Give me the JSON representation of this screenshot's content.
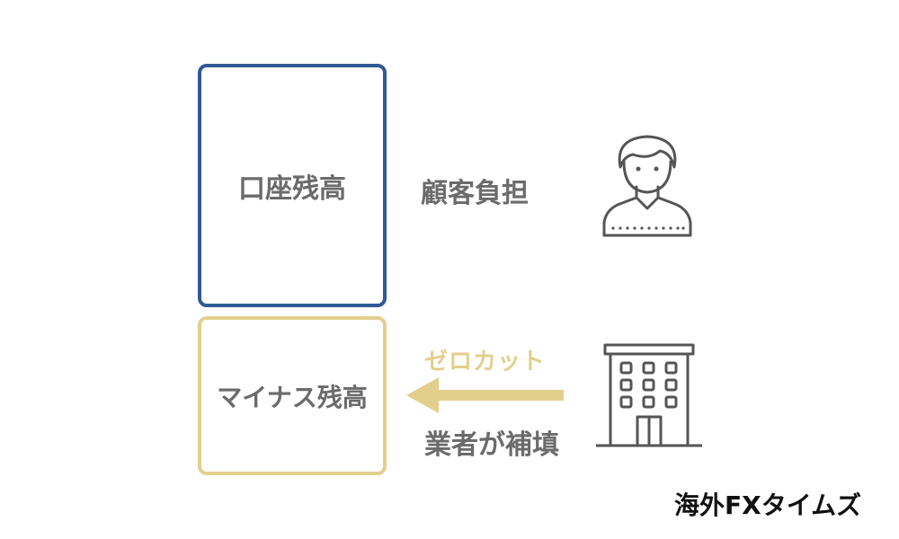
{
  "boxes": {
    "account_balance": "口座残高",
    "negative_balance": "マイナス残高"
  },
  "labels": {
    "customer_burden": "顧客負担",
    "zero_cut": "ゼロカット",
    "broker_covers": "業者が補填"
  },
  "watermark": "海外FXタイムズ",
  "colors": {
    "navy": "#2f5a94",
    "gold": "#e3cf8c",
    "gray_text": "#6b6b6b",
    "icon_stroke": "#555555"
  },
  "icons": {
    "customer": "person-icon",
    "broker": "building-icon",
    "arrow": "arrow-left-icon"
  }
}
